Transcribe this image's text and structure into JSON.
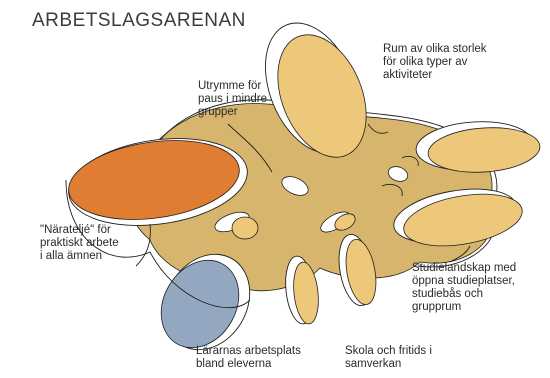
{
  "title": "ARBETSLAGSARENAN",
  "colors": {
    "arena": "#d7b56c",
    "room": "#edc87a",
    "orange": "#e07d32",
    "blue": "#93a8c0",
    "outline": "#1f1f1f"
  },
  "labels": {
    "utrymme": "Utrymme för\npaus i mindre\ngrupper",
    "rum": "Rum av olika storlek\nför olika typer av\naktiviteter",
    "narateljo": "\"Närateljé\" för\npraktiskt arbete\ni alla ämnen",
    "studielandskap": "Studielandskap med\nöppna studieplatser,\nstudiebås och\ngrupprum",
    "lararnas": "Lärarnas arbetsplats\nbland eleverna",
    "skola": "Skola och fritids i\nsamverkan"
  }
}
